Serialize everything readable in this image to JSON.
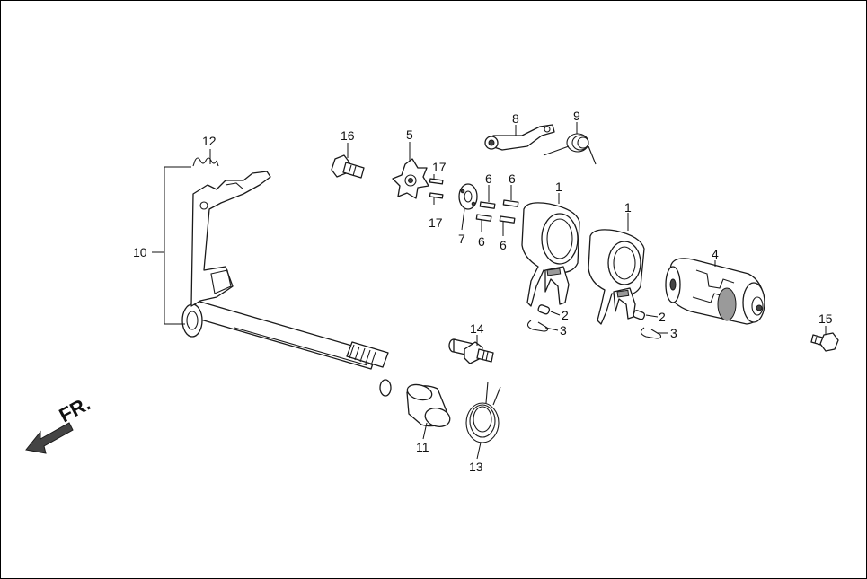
{
  "direction_label": "FR.",
  "callouts": {
    "c1a": "1",
    "c1b": "1",
    "c2a": "2",
    "c2b": "2",
    "c3a": "3",
    "c3b": "3",
    "c4": "4",
    "c5": "5",
    "c6a": "6",
    "c6b": "6",
    "c6c": "6",
    "c6d": "6",
    "c7": "7",
    "c8": "8",
    "c9": "9",
    "c10": "10",
    "c11": "11",
    "c12": "12",
    "c13": "13",
    "c14": "14",
    "c15": "15",
    "c16": "16",
    "c17a": "17",
    "c17b": "17"
  }
}
